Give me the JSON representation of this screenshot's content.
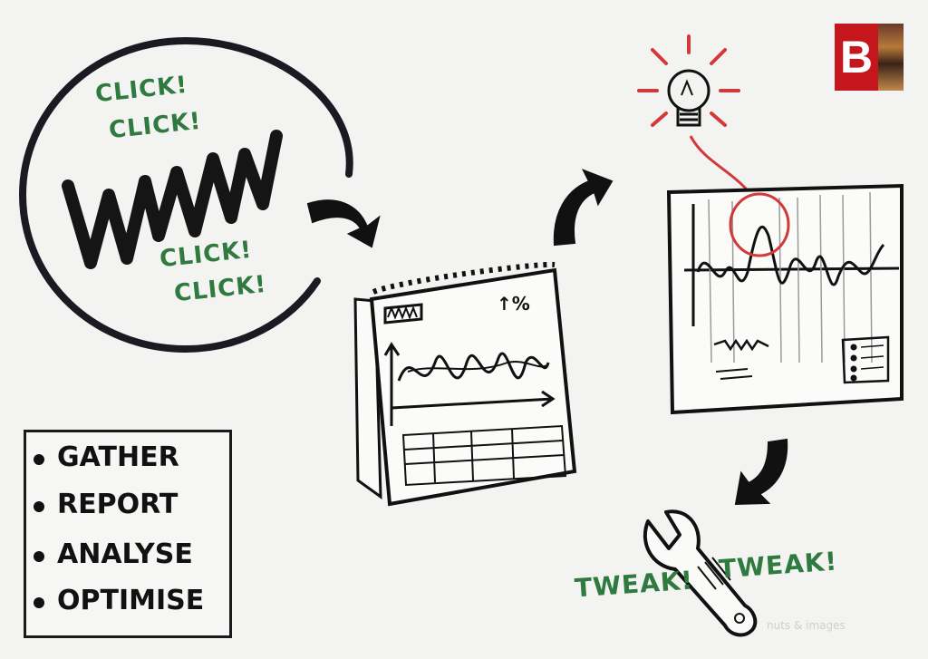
{
  "clicks": [
    "CLICK!",
    "CLICK!",
    "CLICK!",
    "CLICK!"
  ],
  "www": "WWW",
  "steps": [
    "GATHER",
    "REPORT",
    "ANALYSE",
    "OPTIMISE"
  ],
  "tweaks": [
    "TWEAK!",
    "TWEAK!"
  ],
  "calendar_label": "↑%",
  "brand_letter": "B",
  "watermark": "nuts & images",
  "colors": {
    "ink": "#111111",
    "green": "#2f7a3f",
    "red": "#d23a3a",
    "brand": "#c4161c"
  }
}
